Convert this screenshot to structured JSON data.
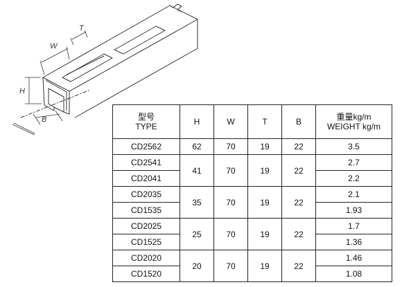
{
  "drawing": {
    "labels": {
      "h": "H",
      "w": "W",
      "t": "T",
      "b": "B"
    }
  },
  "table": {
    "headers": {
      "type_cn": "型号",
      "type_en": "TYPE",
      "h": "H",
      "w": "W",
      "t": "T",
      "b": "B",
      "weight_cn": "重量kg/m",
      "weight_en": "WEIGHT kg/m"
    },
    "groups": [
      {
        "h": "62",
        "w": "70",
        "t": "19",
        "b": "22",
        "items": [
          {
            "type": "CD2562",
            "weight": "3.5"
          }
        ]
      },
      {
        "h": "41",
        "w": "70",
        "t": "19",
        "b": "22",
        "items": [
          {
            "type": "CD2541",
            "weight": "2.7"
          },
          {
            "type": "CD2041",
            "weight": "2.2"
          }
        ]
      },
      {
        "h": "35",
        "w": "70",
        "t": "19",
        "b": "22",
        "items": [
          {
            "type": "CD2035",
            "weight": "2.1"
          },
          {
            "type": "CD1535",
            "weight": "1.93"
          }
        ]
      },
      {
        "h": "25",
        "w": "70",
        "t": "19",
        "b": "22",
        "items": [
          {
            "type": "CD2025",
            "weight": "1.7"
          },
          {
            "type": "CD1525",
            "weight": "1.36"
          }
        ]
      },
      {
        "h": "20",
        "w": "70",
        "t": "19",
        "b": "22",
        "items": [
          {
            "type": "CD2020",
            "weight": "1.46"
          },
          {
            "type": "CD1520",
            "weight": "1.08"
          }
        ]
      }
    ]
  }
}
